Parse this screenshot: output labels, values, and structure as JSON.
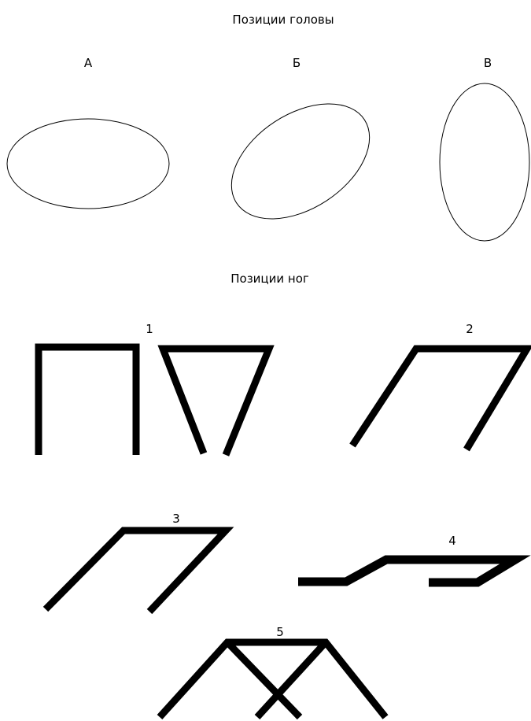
{
  "heading_head": "Позиции головы",
  "head_positions": [
    "А",
    "Б",
    "В"
  ],
  "heading_legs": "Позиции ног",
  "leg_positions": [
    "1",
    "2",
    "3",
    "4",
    "5"
  ],
  "colors": {
    "background": "#ffffff",
    "ink": "#000000"
  }
}
